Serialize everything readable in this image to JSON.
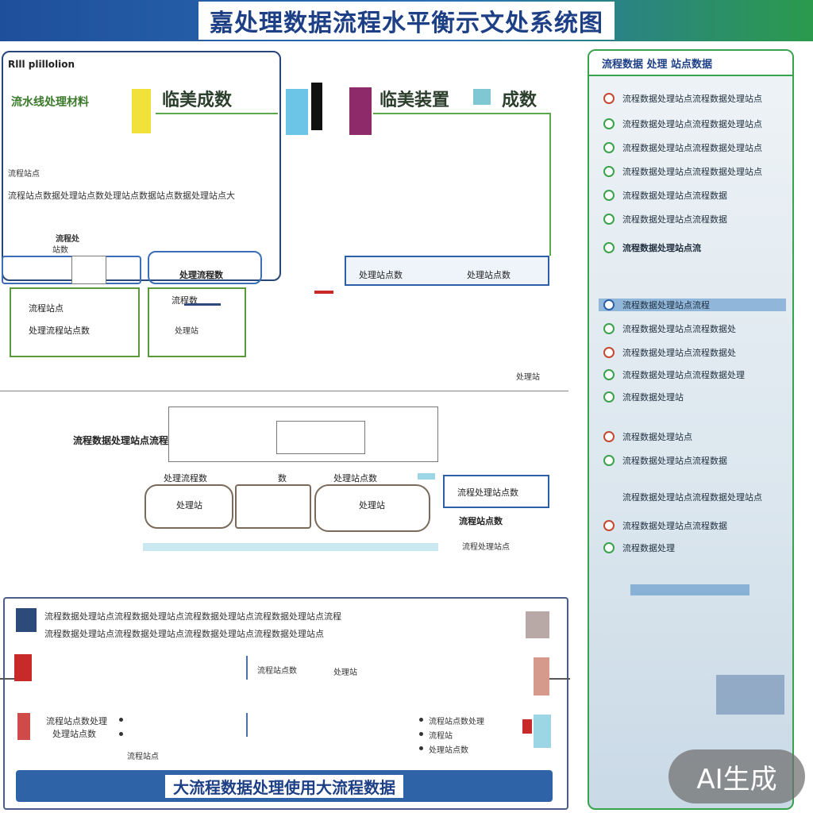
{
  "title": "嘉处理数据流程水平衡示文处系统图",
  "top_left_label": "Rlll plillolion",
  "watermark": "AI生成",
  "bottom_banner": "大流程数据处理使用大流程数据",
  "legend_labels": {
    "left": "流水线处理材料",
    "mid": "临美成数",
    "right_a": "临美装置",
    "right_b": "成数"
  },
  "diagram": {
    "upper_note": "流程站点数据处理站点数处理站点数据站点数据处理站点大",
    "box_a": "处理流程数",
    "box_b": "站数",
    "box_c": "处理站点数",
    "box_d": "处理站点数",
    "box_green_1": "流程站点",
    "box_green_2": "处理流程站点数",
    "box_green_mid": "流程数",
    "small_right": "处理站",
    "mid_title": "流程数据处理站点流程",
    "train_label_1": "处理流程数",
    "train_label_2": "数",
    "train_label_3": "处理站点数",
    "train_inner_1": "处理站",
    "train_inner_2": "处理站",
    "side_box": "流程处理站点数",
    "side_label": "流程站点数",
    "bottom_small": "流程处理站点",
    "small_a": "流程处",
    "small_b": "流程站点"
  },
  "lower_panel": {
    "line1": "流程数据处理站点流程数据处理站点流程数据处理站点流程数据处理站点流程",
    "line2": "流程数据处理站点流程数据处理站点流程数据处理站点流程数据处理站点",
    "row_left_a": "流程站点数处理",
    "row_left_b": "处理站点数",
    "col_mid_a": "流程站点数",
    "col_mid_b": "处理站",
    "col_right_a": "流程站点数处理",
    "col_right_b": "流程站",
    "col_right_c": "处理站点数",
    "col_right_d": "流程站点"
  },
  "right_panel": {
    "header": "流程数据 处理 站点数据",
    "items": [
      "流程数据处理站点流程数据处理站点",
      "流程数据处理站点流程数据处理站点",
      "流程数据处理站点流程数据处理站点",
      "流程数据处理站点流程数据处理站点",
      "流程数据处理站点流程数据",
      "流程数据处理站点流程数据",
      "流程数据处理站点流",
      "流程数据处理站点流程",
      "流程数据处理站点流程数据处",
      "流程数据处理站点流程数据处",
      "流程数据处理站点流程数据处理",
      "流程数据处理站",
      "流程数据处理站点",
      "流程数据处理站点流程数据",
      "流程数据处理站点流程数据处理站点",
      "流程数据处理站点流程数据",
      "流程数据处理"
    ]
  },
  "colors": {
    "title_bar_start": "#1f4f9a",
    "title_bar_end": "#2b9a4c",
    "accent_green": "#37a34a",
    "accent_blue": "#2e63a8"
  }
}
